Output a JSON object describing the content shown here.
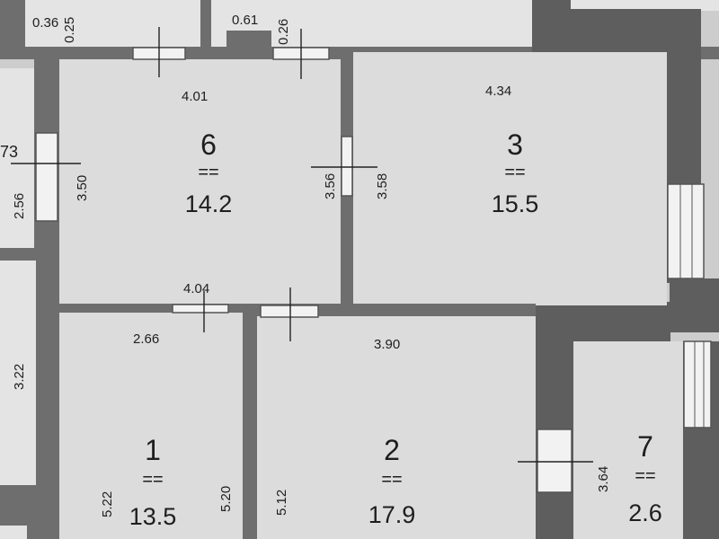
{
  "rooms": {
    "r6": {
      "number": "6",
      "area": "14.2"
    },
    "r3": {
      "number": "3",
      "area": "15.5"
    },
    "r1": {
      "number": "1",
      "area": "13.5"
    },
    "r2": {
      "number": "2",
      "area": "17.9"
    },
    "r7": {
      "number": "7",
      "area": "2.6"
    }
  },
  "area_separator": "==",
  "dimensions": {
    "top_left_a": "0.36",
    "top_left_b": "0.25",
    "top_mid_a": "0.61",
    "top_mid_b": "0.26",
    "r6_width_top": "4.01",
    "r6_height_left": "3.50",
    "r6_height_right": "3.56",
    "r6_width_bottom": "4.04",
    "r3_width_top": "4.34",
    "r3_height_left": "3.58",
    "left_edge_a": "73",
    "left_edge_b": "2.56",
    "left_edge_c": "3.22",
    "r1_width": "2.66",
    "r1_height_left": "5.22",
    "r1_height_right": "5.20",
    "r2_width": "3.90",
    "r2_height_left": "5.12",
    "r7_height": "3.64"
  },
  "colors": {
    "wall": "#6e6e6e",
    "room": "#dcdcdc",
    "text": "#1e1e1e"
  }
}
